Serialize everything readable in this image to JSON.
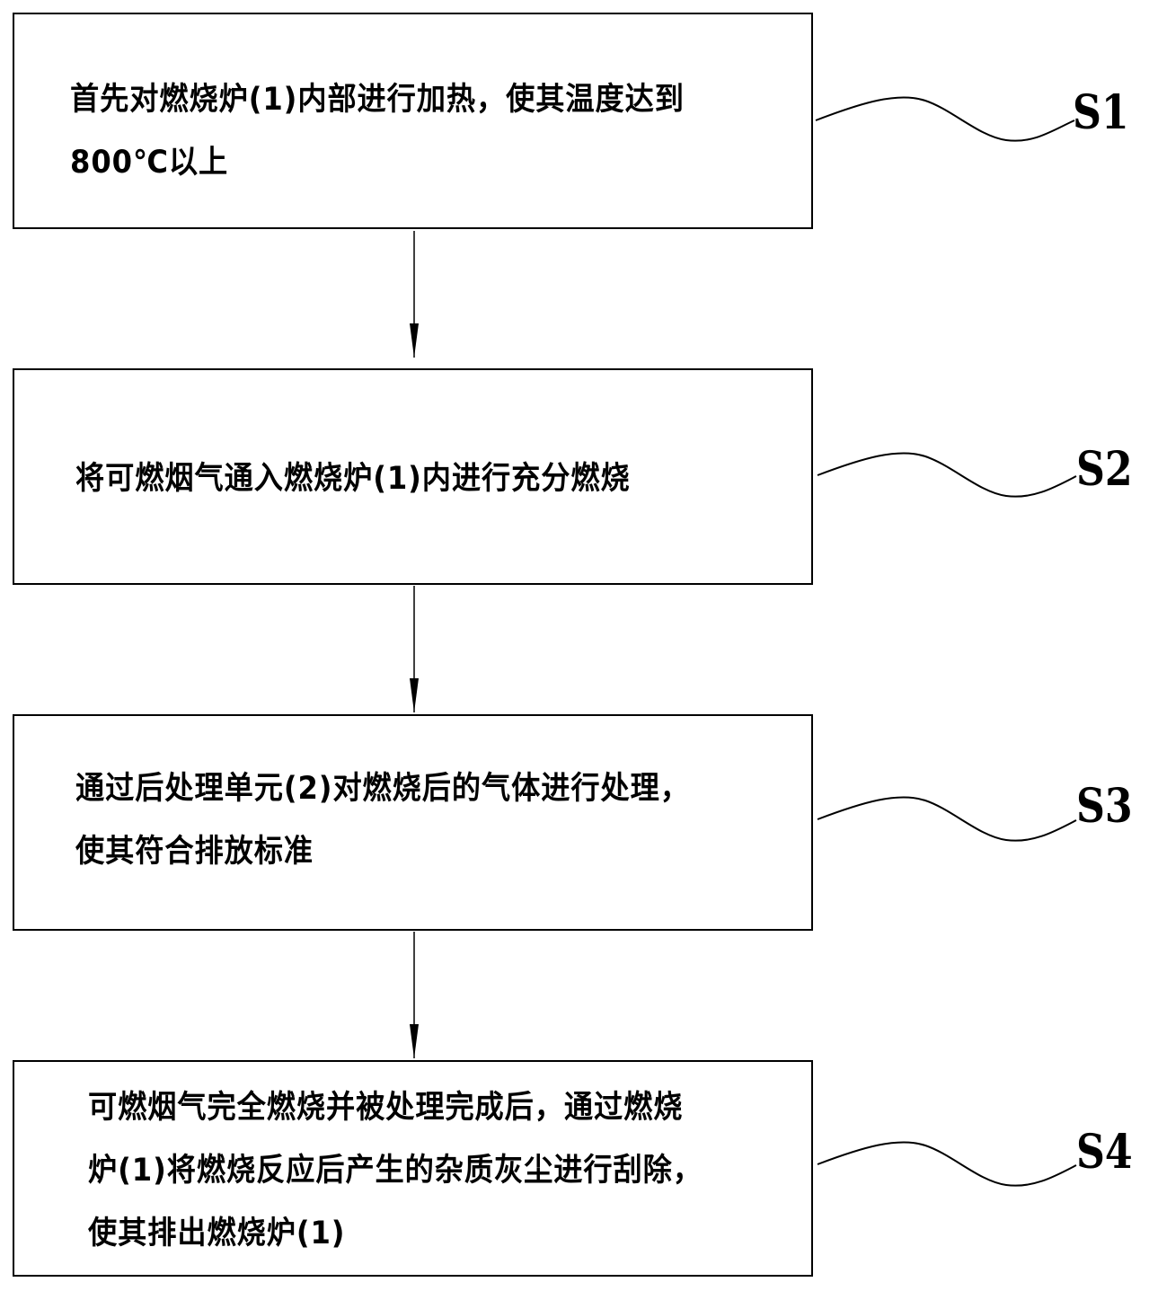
{
  "diagram": {
    "type": "flowchart",
    "direction": "top-to-bottom",
    "line_color": "#000000",
    "steps": [
      {
        "id": "S1",
        "label": "S1",
        "lines": [
          "首先对燃烧炉(1)内部进行加热，使其温度达到",
          "800℃以上"
        ]
      },
      {
        "id": "S2",
        "label": "S2",
        "lines": [
          "将可燃烟气通入燃烧炉(1)内进行充分燃烧"
        ]
      },
      {
        "id": "S3",
        "label": "S3",
        "lines": [
          "通过后处理单元(2)对燃烧后的气体进行处理，",
          "使其符合排放标准"
        ]
      },
      {
        "id": "S4",
        "label": "S4",
        "lines": [
          "可燃烟气完全燃烧并被处理完成后，通过燃烧",
          "炉(1)将燃烧反应后产生的杂质灰尘进行刮除，",
          "使其排出燃烧炉(1)"
        ]
      }
    ],
    "edges": [
      {
        "from": "S1",
        "to": "S2"
      },
      {
        "from": "S2",
        "to": "S3"
      },
      {
        "from": "S3",
        "to": "S4"
      }
    ]
  }
}
